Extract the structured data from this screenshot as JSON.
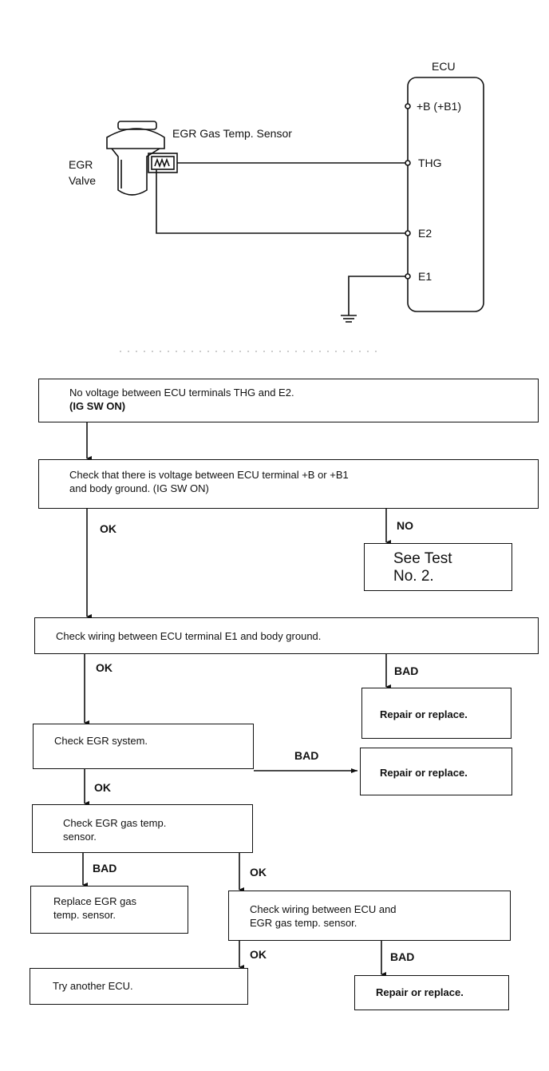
{
  "circuit": {
    "ecu_label": "ECU",
    "sensor_label": "EGR Gas Temp. Sensor",
    "valve_label_line1": "EGR",
    "valve_label_line2": "Valve",
    "terminals": [
      "+B (+B1)",
      "THG",
      "E2",
      "E1"
    ]
  },
  "flowchart": {
    "box1_line1": "No voltage between ECU terminals THG and E2.",
    "box1_line2": "(IG SW ON)",
    "box2_line1": "Check that there is voltage between ECU terminal +B or +B1",
    "box2_line2": "and body ground. (IG SW ON)",
    "box2_ok": "OK",
    "box2_no": "NO",
    "see_test_line1": "See Test",
    "see_test_line2": "No. 2.",
    "box3_text": "Check wiring between ECU terminal E1 and body ground.",
    "box3_ok": "OK",
    "box3_bad": "BAD",
    "repair1": "Repair or replace.",
    "box4_text": "Check EGR system.",
    "box4_ok": "OK",
    "box4_bad": "BAD",
    "repair2": "Repair or replace.",
    "box5_line1": "Check EGR gas temp.",
    "box5_line2": "sensor.",
    "box5_bad": "BAD",
    "box5_ok": "OK",
    "replace_line1": "Replace EGR gas",
    "replace_line2": "temp. sensor.",
    "box6_line1": "Check wiring between ECU and",
    "box6_line2": "EGR gas temp. sensor.",
    "box6_ok": "OK",
    "box6_bad": "BAD",
    "try_ecu": "Try another ECU.",
    "repair3": "Repair or replace."
  }
}
